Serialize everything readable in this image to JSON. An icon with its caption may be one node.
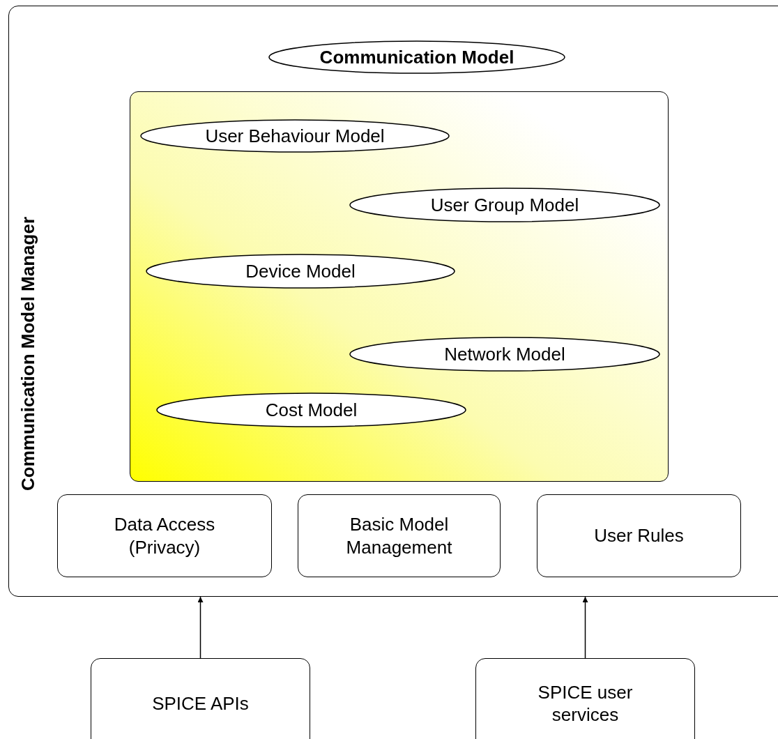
{
  "diagram": {
    "nodes": [
      {
        "text": [
          "Communication Model Manager"
        ]
      },
      {
        "text": [
          "Communication Model"
        ],
        "in": 0
      },
      {
        "text": [],
        "shape": "box",
        "in": 0
      },
      {
        "text": [
          "User Behaviour Model"
        ],
        "in": 2
      },
      {
        "text": [
          "User Group Model"
        ],
        "in": 2
      },
      {
        "text": [
          "Device Model"
        ],
        "in": 2
      },
      {
        "text": [
          "Network Model"
        ],
        "in": 2
      },
      {
        "text": [
          "Cost Model"
        ],
        "in": 2
      },
      {
        "text": [
          "Data Access (Privacy)"
        ],
        "in": 0
      },
      {
        "text": [
          "Basic Model Management"
        ],
        "in": 0
      },
      {
        "text": [
          "User Rules"
        ],
        "in": 0
      },
      {
        "text": [
          "SPICE APIs"
        ]
      },
      {
        "text": [
          "SPICE user services"
        ]
      }
    ],
    "edges": [
      {
        "from": 11,
        "to": 0,
        "arrow": "to"
      },
      {
        "from": 12,
        "to": 0,
        "arrow": "to"
      }
    ]
  }
}
